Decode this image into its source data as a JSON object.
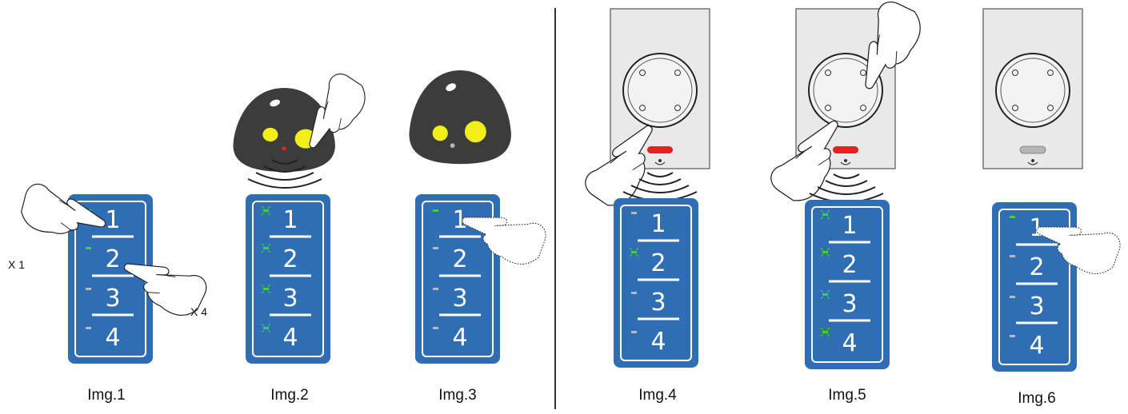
{
  "captions": {
    "img1": "Img.1",
    "img2": "Img.2",
    "img3": "Img.3",
    "img4": "Img.4",
    "img5": "Img.5",
    "img6": "Img.6"
  },
  "press_counts": {
    "first": "X 1",
    "second": "X 4"
  },
  "panel_numbers": [
    "1",
    "2",
    "3",
    "4"
  ],
  "colors": {
    "panel_blue": "#2f6db5",
    "led_green": "#3fd42f",
    "led_gray": "#b9b9b9",
    "remote_body": "#3c3c3c",
    "remote_button": "#f2ee1a",
    "receiver_red": "#e8201e",
    "receiver_gray": "#b5b5b5"
  }
}
